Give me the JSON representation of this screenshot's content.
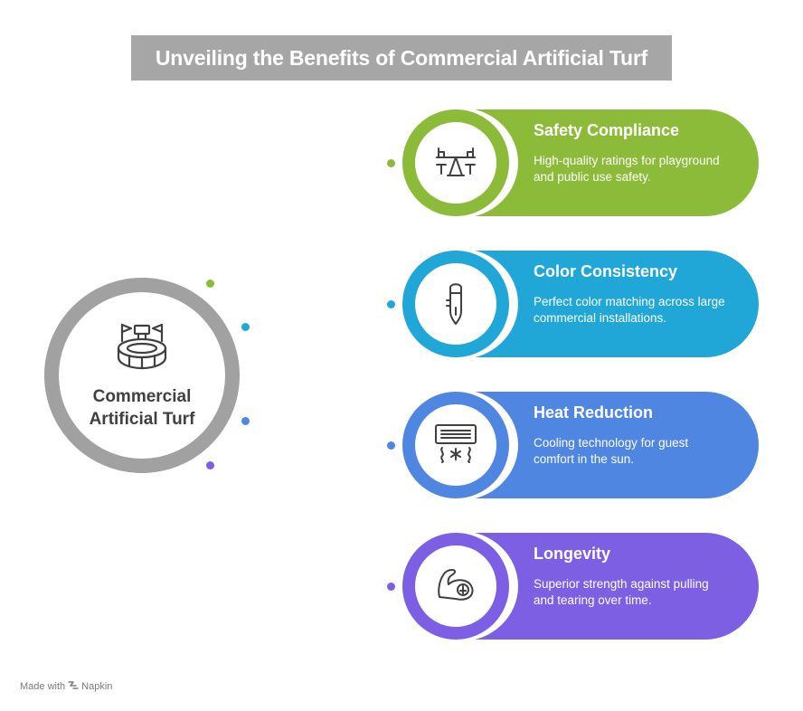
{
  "title": "Unveiling the Benefits of Commercial Artificial Turf",
  "hub": {
    "label": "Commercial Artificial Turf",
    "icon": "stadium-icon",
    "ring_color": "#a1a1a1"
  },
  "benefits": [
    {
      "title": "Safety Compliance",
      "description": "High-quality ratings for playground and public use safety.",
      "color": "#8cbb39",
      "icon": "playground-seesaw-icon"
    },
    {
      "title": "Color Consistency",
      "description": "Perfect color matching across large commercial installations.",
      "color": "#20a7d8",
      "icon": "paint-tube-icon"
    },
    {
      "title": "Heat Reduction",
      "description": "Cooling technology for guest comfort in the sun.",
      "color": "#4f86e1",
      "icon": "air-conditioner-icon"
    },
    {
      "title": "Longevity",
      "description": "Superior strength against pulling and tearing over time.",
      "color": "#7c5fe3",
      "icon": "flexed-arm-icon"
    }
  ],
  "footer": {
    "prefix": "Made with",
    "brand": "Napkin"
  }
}
